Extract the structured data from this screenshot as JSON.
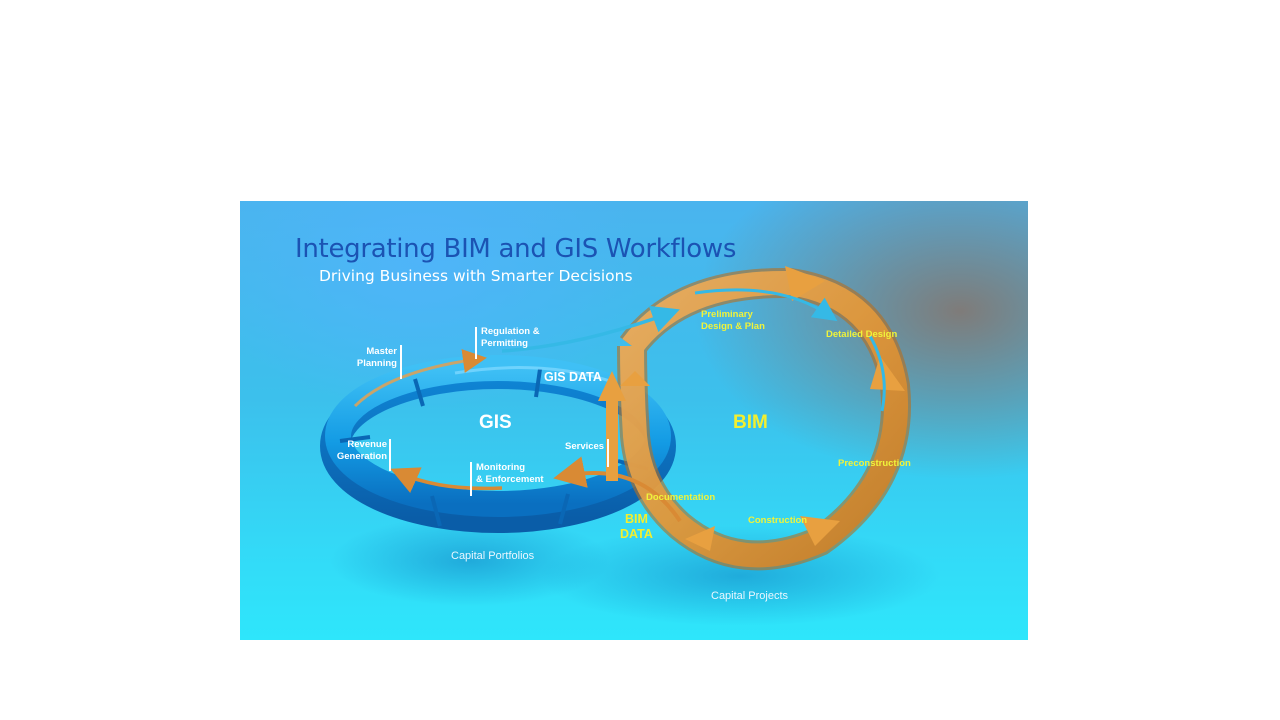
{
  "title": "Integrating BIM and GIS Workflows",
  "subtitle": "Driving Business with Smarter Decisions",
  "gis": {
    "center_label": "GIS",
    "data_label": "GIS DATA",
    "caption": "Capital Portfolios",
    "stages": {
      "regulation": "Regulation &\nPermitting",
      "master_planning": "Master\nPlanning",
      "revenue": "Revenue\nGeneration",
      "monitoring": "Monitoring\n& Enforcement",
      "services": "Services"
    }
  },
  "bim": {
    "center_label": "BIM",
    "data_label": "BIM\nDATA",
    "caption": "Capital Projects",
    "stages": {
      "preliminary": "Preliminary\nDesign & Plan",
      "detailed": "Detailed Design",
      "preconstruction": "Preconstruction",
      "construction": "Construction",
      "documentation": "Documentation"
    }
  },
  "colors": {
    "gis_ring": "#1aa3e8",
    "bim_ring": "#e8a040",
    "title": "#1b53b3",
    "bim_text": "#f0f33a"
  }
}
